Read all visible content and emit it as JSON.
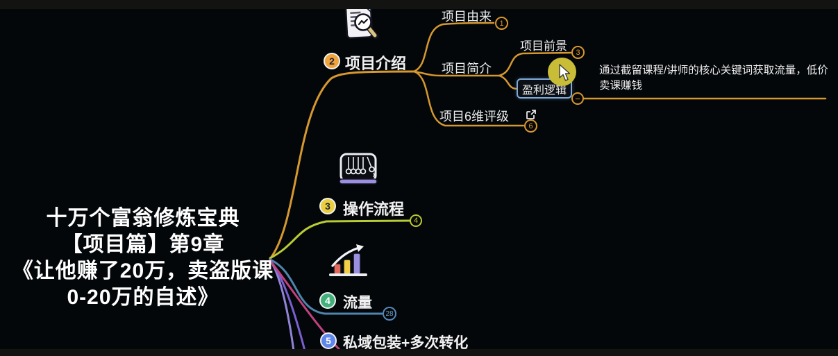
{
  "canvas": {
    "background": "#04070a",
    "letterbox_color": "#131312",
    "cursor_highlight_color": "#c9bd37"
  },
  "root": {
    "lines": [
      "十万个富翁修炼宝典",
      "【项目篇】第9章",
      "《让他赚了20万，卖盗版课",
      "0-20万的自述》"
    ]
  },
  "branches": {
    "intro": {
      "num": "2",
      "label": "项目介绍",
      "icon": "document-search-icon",
      "chip_color": "#f0a43c",
      "line_color": "#d6982f",
      "children": {
        "origin": {
          "label": "项目由来",
          "badge": "1"
        },
        "brief": {
          "label": "项目简介",
          "children": {
            "prospect": {
              "label": "项目前景",
              "badge": "3"
            },
            "profit": {
              "label": "盈利逻辑",
              "selected": true,
              "collapse_badge": "−",
              "detail": "通过截留课程/讲师的核心关键词获取流量，低价卖课赚钱"
            }
          }
        },
        "rating": {
          "label": "项目6维评级",
          "icon": "external-link-icon",
          "badge": "6"
        }
      }
    },
    "process": {
      "num": "3",
      "label": "操作流程",
      "icon": "newton-cradle-icon",
      "chip_color": "#e9cf3c",
      "line_color": "#b9cc33",
      "badge": "4"
    },
    "traffic": {
      "num": "4",
      "label": "流量",
      "icon": "bar-chart-icon",
      "chip_color": "#43b07c",
      "line_color": "#4e86ad",
      "badge": "28"
    },
    "private": {
      "num": "5",
      "label": "私域包装+多次转化",
      "chip_color": "#5f86ea",
      "line_color": "#9184d8"
    },
    "offscreen_line_colors": [
      "#9184d8",
      "#7a5fd0",
      "#c0427e"
    ]
  }
}
